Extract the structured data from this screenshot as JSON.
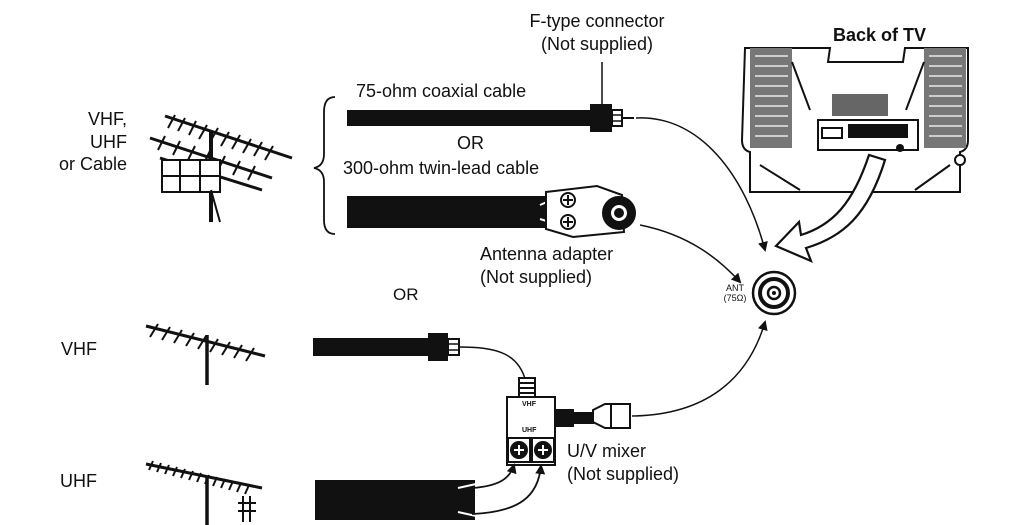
{
  "labels": {
    "source_combo": [
      "VHF,",
      "UHF",
      "or Cable"
    ],
    "source_vhf": "VHF",
    "source_uhf": "UHF",
    "f_connector": [
      "F-type connector",
      "(Not supplied)"
    ],
    "back_of_tv": "Back of TV",
    "coax_cable": "75-ohm coaxial cable",
    "or_between_cables": "OR",
    "twin_lead": "300-ohm twin-lead cable",
    "antenna_adapter": [
      "Antenna adapter",
      "(Not supplied)"
    ],
    "or_main": "OR",
    "ant_terminal": [
      "ANT",
      "(75Ω)"
    ],
    "mixer_vhf_port": "VHF",
    "mixer_uhf_port": "UHF",
    "uv_mixer": [
      "U/V mixer",
      "(Not supplied)"
    ]
  },
  "icons": [
    "antenna-icon",
    "tv-back-icon",
    "ant-terminal-icon",
    "f-connector-icon",
    "antenna-adapter-icon",
    "uv-mixer-icon"
  ]
}
